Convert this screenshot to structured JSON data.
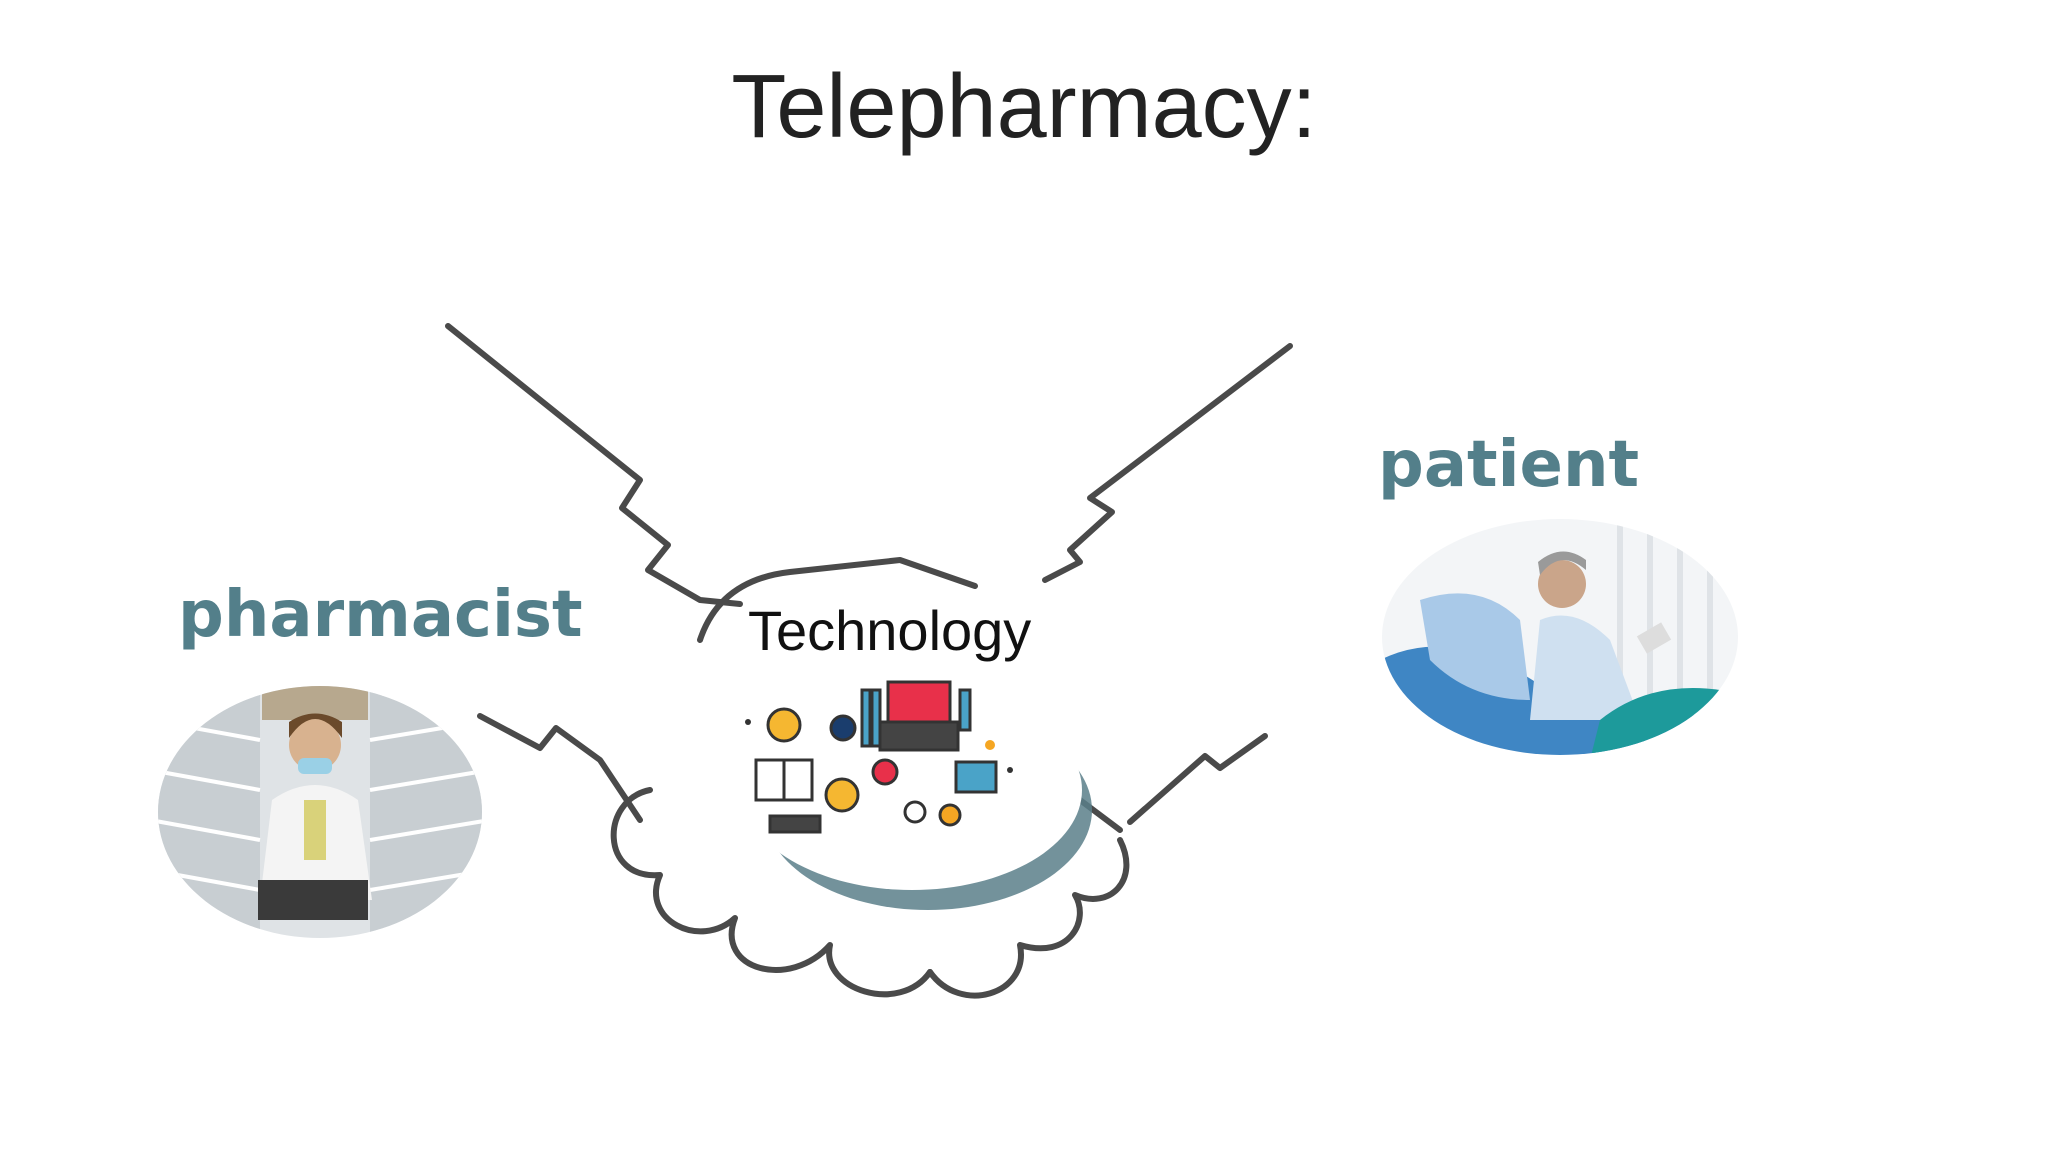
{
  "slide": {
    "title": "Telepharmacy:",
    "labels": {
      "pharmacist": "pharmacist",
      "patient": "patient",
      "technology": "Technology"
    }
  },
  "icons": {
    "handshake": "handshake-outline-icon",
    "technology_cluster": "technology-icons-cluster",
    "pharmacist_photo": "pharmacist-photo",
    "patient_photo": "patient-photo"
  },
  "colors": {
    "label": "#537f8a",
    "title": "#222222",
    "outline": "#4a4a4a",
    "ellipse_shadow": "#5b7f89"
  }
}
